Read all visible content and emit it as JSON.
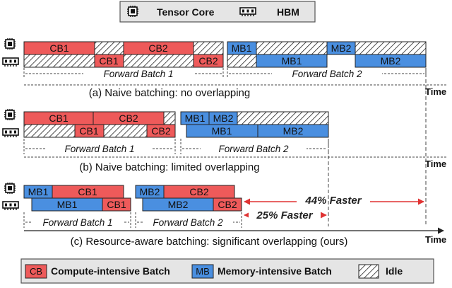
{
  "colors": {
    "compute": "#ee5a5a",
    "memory": "#4a8fe0",
    "arrow_red": "#e03333",
    "legend_bg": "#e5e5e5"
  },
  "legend_top": {
    "tensor_core": "Tensor Core",
    "hbm": "HBM"
  },
  "panel_a": {
    "tc_bars": [
      "CB1",
      "CB2"
    ],
    "hbm_bars": [
      "CB1",
      "CB2"
    ],
    "tc_mem_bars": [
      "MB1",
      "MB2"
    ],
    "hbm_mem_bars": [
      "MB1",
      "MB2"
    ],
    "batch1": "Forward Batch 1",
    "batch2": "Forward Batch 2",
    "caption": "(a) Naive batching: no overlapping",
    "time": "Time"
  },
  "panel_b": {
    "tc_bars": [
      "CB1",
      "CB2"
    ],
    "hbm_bars": [
      "CB1",
      "CB2"
    ],
    "tc_mem_bars": [
      "MB1",
      "MB2"
    ],
    "hbm_mem_bars": [
      "MB1",
      "MB2"
    ],
    "batch1": "Forward Batch 1",
    "batch2": "Forward Batch 2",
    "caption": "(b) Naive batching: limited overlapping",
    "time": "Time"
  },
  "panel_c": {
    "tc_mem_bars": [
      "MB1",
      "MB2"
    ],
    "tc_bars": [
      "CB1",
      "CB2"
    ],
    "hbm_mem_bars": [
      "MB1",
      "MB2"
    ],
    "hbm_bars": [
      "CB1",
      "CB2"
    ],
    "batch1": "Forward Batch 1",
    "batch2": "Forward Batch 2",
    "faster_44": "44% Faster",
    "faster_25": "25% Faster",
    "caption": "(c) Resource-aware batching: significant overlapping (ours)",
    "time": "Time"
  },
  "legend_bottom": {
    "cb_tag": "CB",
    "cb_label": "Compute-intensive Batch",
    "mb_tag": "MB",
    "mb_label": "Memory-intensive Batch",
    "idle_label": "Idle"
  }
}
